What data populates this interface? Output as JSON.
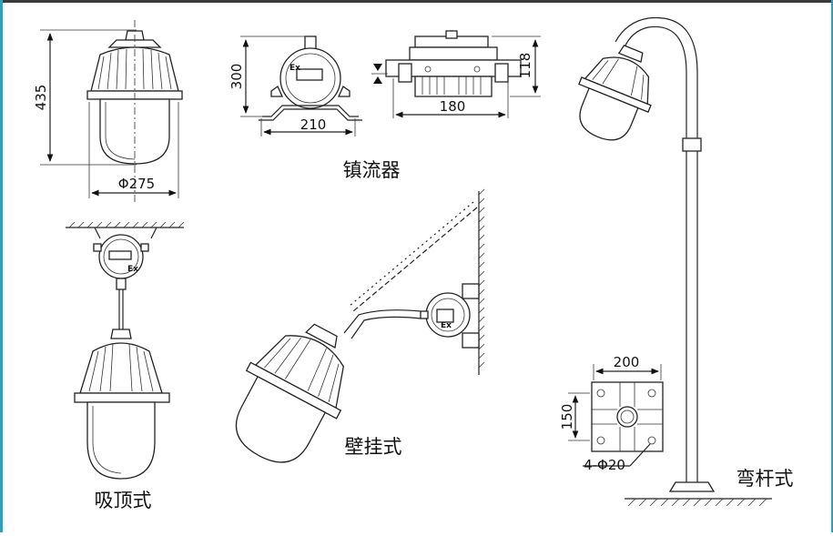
{
  "colors": {
    "frame_accent": "#2aa0c4",
    "frame_top": "#3a3a3a",
    "ink": "#222222"
  },
  "luminaire": {
    "height": "435",
    "diameter": "Φ275"
  },
  "ballast": {
    "label": "镇流器",
    "height": "300",
    "width": "210",
    "length": "180",
    "depth": "118",
    "ex_mark": "Ex"
  },
  "ceiling_mount": {
    "label": "吸顶式"
  },
  "wall_mount": {
    "label": "壁挂式"
  },
  "pole_mount": {
    "label": "弯杆式",
    "base_width": "200",
    "base_depth": "150",
    "holes": "4-Φ20"
  }
}
